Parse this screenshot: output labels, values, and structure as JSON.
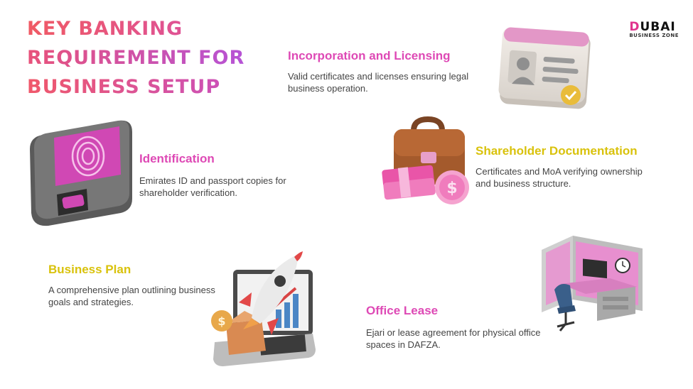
{
  "title": {
    "line1": "KEY BANKING",
    "line2": "REQUIREMENT FOR",
    "line3": "BUSINESS SETUP"
  },
  "logo": {
    "mark": "D",
    "main": "UBAI",
    "sub": "BUSINESS ZONE"
  },
  "items": [
    {
      "heading": "Incorporation and Licensing",
      "desc_line1": "Valid certificates and licenses ensuring legal",
      "desc_line2": "business operation.",
      "icon": "id-card-icon"
    },
    {
      "heading": "Identification",
      "desc_line1": "Emirates ID and passport copies for",
      "desc_line2": "shareholder verification.",
      "icon": "fingerprint-scanner-icon"
    },
    {
      "heading": "Shareholder Documentation",
      "desc_line1": "Certificates and MoA verifying ownership",
      "desc_line2": "and business structure.",
      "icon": "briefcase-money-icon"
    },
    {
      "heading": "Business Plan",
      "desc_line1": "A comprehensive plan outlining business",
      "desc_line2": "goals and strategies.",
      "icon": "rocket-laptop-icon"
    },
    {
      "heading": "Office Lease",
      "desc_line1": "Ejari or lease agreement for physical office",
      "desc_line2": "spaces in DAFZA.",
      "icon": "office-cubicle-icon"
    }
  ],
  "colors": {
    "heading_pink": "#de49b5",
    "heading_yellow": "#d9c20c",
    "title_start": "#f05a64",
    "title_end": "#b653d6"
  }
}
